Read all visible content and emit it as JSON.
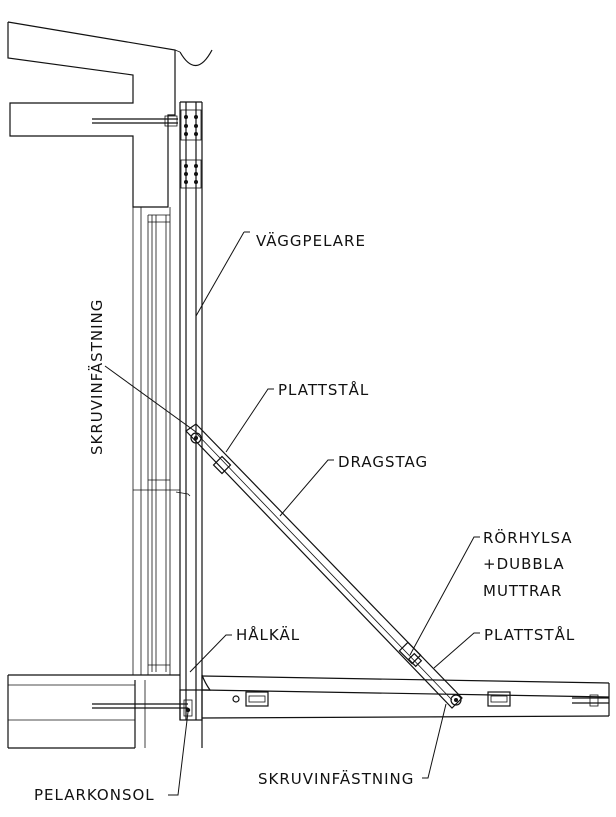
{
  "labels": {
    "wall_pillar": "VÄGGPELARE",
    "screw_fastening_vertical": "SKRUVINFÄSTNING",
    "flat_steel_top": "PLATTSTÅL",
    "tie_rod": "DRAGSTAG",
    "pipe_sleeve_line1": "RÖRHYLSA",
    "pipe_sleeve_line2": "+DUBBLA",
    "pipe_sleeve_line3": "MUTTRAR",
    "flat_steel_bottom": "PLATTSTÅL",
    "cove": "HÅLKÄL",
    "screw_fastening_bottom": "SKRUVINFÄSTNING",
    "column_bracket": "PELARKONSOL"
  }
}
